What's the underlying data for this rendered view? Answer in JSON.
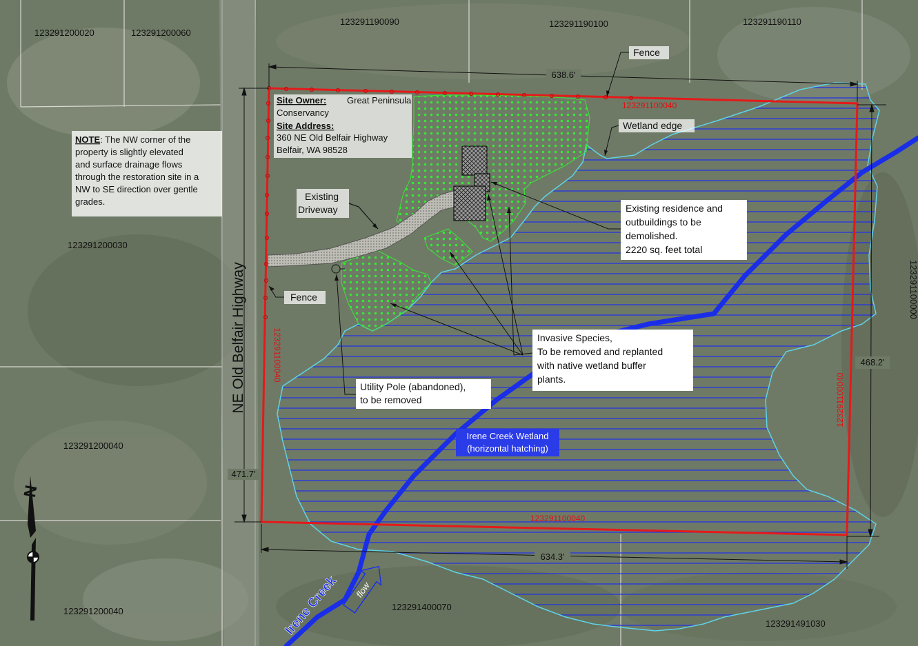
{
  "colors": {
    "boundary": "#e41a1a",
    "wetland_edge": "#5fd3e8",
    "wetland_hatch": "#2030e8",
    "creek": "#1a2ee8",
    "invasive": "#36e836",
    "aerial": "#6f7a66"
  },
  "parcels": [
    "123291200020",
    "123291200060",
    "123291190090",
    "123291190100",
    "123291190110",
    "123291200030",
    "123291200040",
    "123291200040",
    "123291400070",
    "123291491030",
    "123291100000"
  ],
  "site_parcel_labels": [
    "123291100040",
    "123291100040",
    "123291100040",
    "123291100040"
  ],
  "road": {
    "name": "NE Old Belfair Highway"
  },
  "site_info": {
    "owner_label": "Site Owner:",
    "owner_value_1": "Great Peninsula",
    "owner_value_2": "Conservancy",
    "address_label": "Site Address:",
    "address_line_1": "360 NE Old Belfair Highway",
    "address_line_2": "Belfair, WA 98528"
  },
  "note": {
    "label": "NOTE",
    "lines": [
      ": The NW corner of the",
      "property is slightly elevated",
      "and surface drainage flows",
      "through the restoration site in a",
      "NW to SE direction over gentle",
      "grades."
    ]
  },
  "dimensions": {
    "top": "638.6'",
    "bottom": "634.3'",
    "left": "471.7'",
    "right": "468.2'"
  },
  "labels": {
    "fence_top": "Fence",
    "fence_left": "Fence",
    "wetland_edge": "Wetland edge",
    "driveway_1": "Existing",
    "driveway_2": "Driveway",
    "creek": "Irene Creek",
    "flow": "flow"
  },
  "callouts": {
    "residence": [
      "Existing residence and",
      "outbuildings to be",
      "demolished.",
      "2220 sq. feet total"
    ],
    "invasive": [
      "Invasive Species,",
      "To be removed and replanted",
      "with native wetland buffer",
      "plants."
    ],
    "utility": [
      "Utility Pole (abandoned),",
      "to be removed"
    ],
    "wetland": [
      "Irene Creek Wetland",
      "(horizontal hatching)"
    ]
  },
  "north_arrow": {
    "letter": "N"
  }
}
